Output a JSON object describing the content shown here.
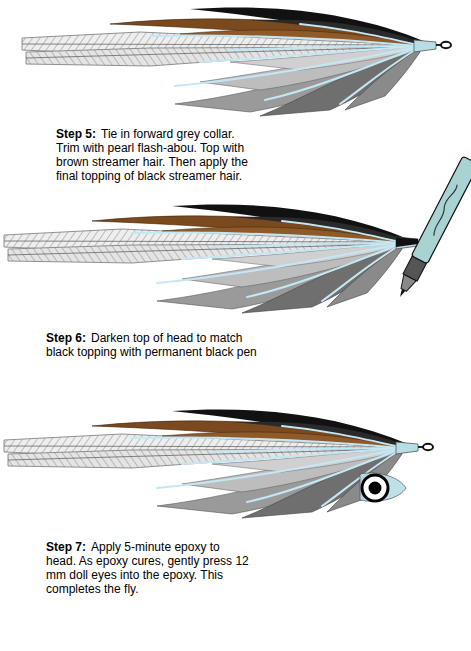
{
  "diagram": {
    "labels": [
      "Step 5:",
      "Tie in forward grey collar. Trim with pearl flash-abou. Top with brown streamer hair. Then apply the final topping of black streamer hair.",
      "Step 6:",
      "Darken top of head to match black topping with permanent black pen",
      "Step 7:",
      "Apply 5-minute epoxy to head. As epoxy cures, gently press 12 mm doll eyes into the epoxy. This completes the fly."
    ]
  }
}
